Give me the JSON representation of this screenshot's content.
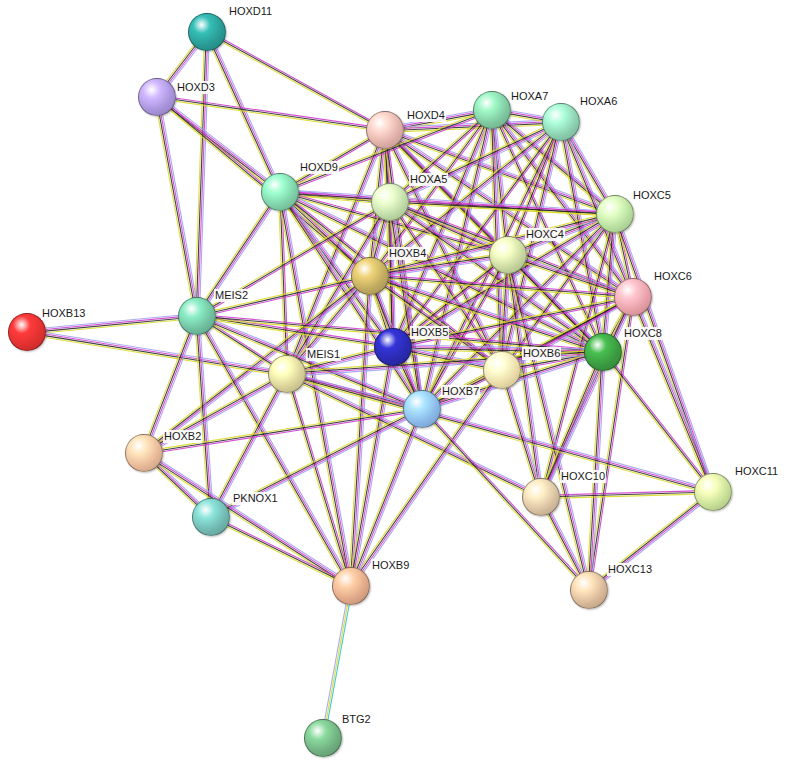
{
  "diagram": {
    "nodes": [
      {
        "text": [
          "HOXD11"
        ]
      },
      {
        "text": [
          "HOXD3"
        ]
      },
      {
        "text": [
          "HOXD4"
        ]
      },
      {
        "text": [
          "HOXA7"
        ]
      },
      {
        "text": [
          "HOXA6"
        ]
      },
      {
        "text": [
          "HOXD9"
        ]
      },
      {
        "text": [
          "HOXA5"
        ]
      },
      {
        "text": [
          "HOXC5"
        ]
      },
      {
        "text": [
          "HOXC4"
        ]
      },
      {
        "text": [
          "HOXB4"
        ]
      },
      {
        "text": [
          "HOXC6"
        ]
      },
      {
        "text": [
          "HOXB13"
        ]
      },
      {
        "text": [
          "MEIS2"
        ]
      },
      {
        "text": [
          "HOXB5"
        ]
      },
      {
        "text": [
          "HOXC8"
        ]
      },
      {
        "text": [
          "MEIS1"
        ]
      },
      {
        "text": [
          "HOXB6"
        ]
      },
      {
        "text": [
          "HOXB7"
        ]
      },
      {
        "text": [
          "HOXB2"
        ]
      },
      {
        "text": [
          "HOXC10"
        ]
      },
      {
        "text": [
          "HOXC11"
        ]
      },
      {
        "text": [
          "PKNOX1"
        ]
      },
      {
        "text": [
          "HOXB9"
        ]
      },
      {
        "text": [
          "HOXC13"
        ]
      },
      {
        "text": [
          "BTG2"
        ]
      }
    ],
    "edges": [
      {
        "from": 0,
        "to": 1,
        "arrow": "none"
      },
      {
        "from": 0,
        "to": 2,
        "arrow": "none"
      },
      {
        "from": 0,
        "to": 5,
        "arrow": "none"
      },
      {
        "from": 0,
        "to": 12,
        "arrow": "none"
      },
      {
        "from": 1,
        "to": 2,
        "arrow": "none"
      },
      {
        "from": 1,
        "to": 5,
        "arrow": "none"
      },
      {
        "from": 1,
        "to": 12,
        "arrow": "none"
      },
      {
        "from": 1,
        "to": 9,
        "arrow": "none"
      },
      {
        "from": 2,
        "to": 3,
        "arrow": "none"
      },
      {
        "from": 2,
        "to": 4,
        "arrow": "none"
      },
      {
        "from": 2,
        "to": 5,
        "arrow": "none"
      },
      {
        "from": 2,
        "to": 6,
        "arrow": "none"
      },
      {
        "from": 2,
        "to": 7,
        "arrow": "none"
      },
      {
        "from": 2,
        "to": 8,
        "arrow": "none"
      },
      {
        "from": 2,
        "to": 9,
        "arrow": "none"
      },
      {
        "from": 2,
        "to": 10,
        "arrow": "none"
      },
      {
        "from": 2,
        "to": 13,
        "arrow": "none"
      },
      {
        "from": 2,
        "to": 14,
        "arrow": "none"
      },
      {
        "from": 2,
        "to": 16,
        "arrow": "none"
      },
      {
        "from": 2,
        "to": 17,
        "arrow": "none"
      },
      {
        "from": 2,
        "to": 15,
        "arrow": "none"
      },
      {
        "from": 3,
        "to": 4,
        "arrow": "none"
      },
      {
        "from": 3,
        "to": 6,
        "arrow": "none"
      },
      {
        "from": 3,
        "to": 7,
        "arrow": "none"
      },
      {
        "from": 3,
        "to": 8,
        "arrow": "none"
      },
      {
        "from": 3,
        "to": 9,
        "arrow": "none"
      },
      {
        "from": 3,
        "to": 10,
        "arrow": "none"
      },
      {
        "from": 3,
        "to": 13,
        "arrow": "none"
      },
      {
        "from": 3,
        "to": 14,
        "arrow": "none"
      },
      {
        "from": 3,
        "to": 16,
        "arrow": "none"
      },
      {
        "from": 3,
        "to": 17,
        "arrow": "none"
      },
      {
        "from": 3,
        "to": 5,
        "arrow": "none"
      },
      {
        "from": 4,
        "to": 6,
        "arrow": "none"
      },
      {
        "from": 4,
        "to": 7,
        "arrow": "none"
      },
      {
        "from": 4,
        "to": 8,
        "arrow": "none"
      },
      {
        "from": 4,
        "to": 9,
        "arrow": "none"
      },
      {
        "from": 4,
        "to": 10,
        "arrow": "none"
      },
      {
        "from": 4,
        "to": 13,
        "arrow": "none"
      },
      {
        "from": 4,
        "to": 14,
        "arrow": "none"
      },
      {
        "from": 4,
        "to": 16,
        "arrow": "none"
      },
      {
        "from": 4,
        "to": 17,
        "arrow": "none"
      },
      {
        "from": 5,
        "to": 6,
        "arrow": "none"
      },
      {
        "from": 5,
        "to": 7,
        "arrow": "none"
      },
      {
        "from": 5,
        "to": 8,
        "arrow": "none"
      },
      {
        "from": 5,
        "to": 9,
        "arrow": "none"
      },
      {
        "from": 5,
        "to": 12,
        "arrow": "none"
      },
      {
        "from": 5,
        "to": 15,
        "arrow": "none"
      },
      {
        "from": 5,
        "to": 13,
        "arrow": "none"
      },
      {
        "from": 5,
        "to": 17,
        "arrow": "none"
      },
      {
        "from": 5,
        "to": 16,
        "arrow": "none"
      },
      {
        "from": 5,
        "to": 22,
        "arrow": "none"
      },
      {
        "from": 5,
        "to": 14,
        "arrow": "none"
      },
      {
        "from": 6,
        "to": 7,
        "arrow": "none"
      },
      {
        "from": 6,
        "to": 8,
        "arrow": "none"
      },
      {
        "from": 6,
        "to": 9,
        "arrow": "none"
      },
      {
        "from": 6,
        "to": 10,
        "arrow": "none"
      },
      {
        "from": 6,
        "to": 13,
        "arrow": "none"
      },
      {
        "from": 6,
        "to": 14,
        "arrow": "none"
      },
      {
        "from": 6,
        "to": 16,
        "arrow": "none"
      },
      {
        "from": 6,
        "to": 17,
        "arrow": "none"
      },
      {
        "from": 6,
        "to": 15,
        "arrow": "none"
      },
      {
        "from": 6,
        "to": 12,
        "arrow": "none"
      },
      {
        "from": 7,
        "to": 8,
        "arrow": "none"
      },
      {
        "from": 7,
        "to": 9,
        "arrow": "none"
      },
      {
        "from": 7,
        "to": 10,
        "arrow": "none"
      },
      {
        "from": 7,
        "to": 13,
        "arrow": "none"
      },
      {
        "from": 7,
        "to": 14,
        "arrow": "none"
      },
      {
        "from": 7,
        "to": 16,
        "arrow": "none"
      },
      {
        "from": 7,
        "to": 17,
        "arrow": "none"
      },
      {
        "from": 7,
        "to": 20,
        "arrow": "none"
      },
      {
        "from": 7,
        "to": 19,
        "arrow": "none"
      },
      {
        "from": 8,
        "to": 9,
        "arrow": "none"
      },
      {
        "from": 8,
        "to": 10,
        "arrow": "none"
      },
      {
        "from": 8,
        "to": 13,
        "arrow": "none"
      },
      {
        "from": 8,
        "to": 14,
        "arrow": "none"
      },
      {
        "from": 8,
        "to": 16,
        "arrow": "none"
      },
      {
        "from": 8,
        "to": 17,
        "arrow": "none"
      },
      {
        "from": 8,
        "to": 19,
        "arrow": "none"
      },
      {
        "from": 8,
        "to": 23,
        "arrow": "none"
      },
      {
        "from": 9,
        "to": 10,
        "arrow": "none"
      },
      {
        "from": 9,
        "to": 13,
        "arrow": "none"
      },
      {
        "from": 9,
        "to": 14,
        "arrow": "none"
      },
      {
        "from": 9,
        "to": 16,
        "arrow": "none"
      },
      {
        "from": 9,
        "to": 17,
        "arrow": "none"
      },
      {
        "from": 9,
        "to": 15,
        "arrow": "none"
      },
      {
        "from": 9,
        "to": 12,
        "arrow": "none"
      },
      {
        "from": 9,
        "to": 18,
        "arrow": "none"
      },
      {
        "from": 9,
        "to": 22,
        "arrow": "none"
      },
      {
        "from": 10,
        "to": 13,
        "arrow": "none"
      },
      {
        "from": 10,
        "to": 14,
        "arrow": "none"
      },
      {
        "from": 10,
        "to": 16,
        "arrow": "none"
      },
      {
        "from": 10,
        "to": 17,
        "arrow": "none"
      },
      {
        "from": 10,
        "to": 19,
        "arrow": "none"
      },
      {
        "from": 10,
        "to": 20,
        "arrow": "none"
      },
      {
        "from": 10,
        "to": 23,
        "arrow": "none"
      },
      {
        "from": 11,
        "to": 12,
        "arrow": "none"
      },
      {
        "from": 11,
        "to": 15,
        "arrow": "none"
      },
      {
        "from": 12,
        "to": 15,
        "arrow": "none"
      },
      {
        "from": 12,
        "to": 18,
        "arrow": "none"
      },
      {
        "from": 12,
        "to": 21,
        "arrow": "none"
      },
      {
        "from": 12,
        "to": 13,
        "arrow": "none"
      },
      {
        "from": 12,
        "to": 17,
        "arrow": "none"
      },
      {
        "from": 12,
        "to": 22,
        "arrow": "none"
      },
      {
        "from": 12,
        "to": 14,
        "arrow": "none"
      },
      {
        "from": 13,
        "to": 14,
        "arrow": "none"
      },
      {
        "from": 13,
        "to": 16,
        "arrow": "none"
      },
      {
        "from": 13,
        "to": 17,
        "arrow": "none"
      },
      {
        "from": 13,
        "to": 15,
        "arrow": "none"
      },
      {
        "from": 13,
        "to": 22,
        "arrow": "none"
      },
      {
        "from": 14,
        "to": 16,
        "arrow": "none"
      },
      {
        "from": 14,
        "to": 17,
        "arrow": "none"
      },
      {
        "from": 14,
        "to": 19,
        "arrow": "none"
      },
      {
        "from": 14,
        "to": 20,
        "arrow": "none"
      },
      {
        "from": 14,
        "to": 23,
        "arrow": "none"
      },
      {
        "from": 14,
        "to": 15,
        "arrow": "none"
      },
      {
        "from": 15,
        "to": 17,
        "arrow": "none"
      },
      {
        "from": 15,
        "to": 18,
        "arrow": "none"
      },
      {
        "from": 15,
        "to": 21,
        "arrow": "none"
      },
      {
        "from": 15,
        "to": 22,
        "arrow": "none"
      },
      {
        "from": 15,
        "to": 19,
        "arrow": "none"
      },
      {
        "from": 15,
        "to": 20,
        "arrow": "none"
      },
      {
        "from": 16,
        "to": 17,
        "arrow": "none"
      },
      {
        "from": 16,
        "to": 19,
        "arrow": "none"
      },
      {
        "from": 16,
        "to": 22,
        "arrow": "none"
      },
      {
        "from": 17,
        "to": 18,
        "arrow": "none"
      },
      {
        "from": 17,
        "to": 21,
        "arrow": "none"
      },
      {
        "from": 17,
        "to": 22,
        "arrow": "none"
      },
      {
        "from": 17,
        "to": 23,
        "arrow": "none"
      },
      {
        "from": 18,
        "to": 21,
        "arrow": "none"
      },
      {
        "from": 18,
        "to": 22,
        "arrow": "none"
      },
      {
        "from": 19,
        "to": 20,
        "arrow": "none"
      },
      {
        "from": 19,
        "to": 23,
        "arrow": "none"
      },
      {
        "from": 20,
        "to": 23,
        "arrow": "none"
      },
      {
        "from": 21,
        "to": 22,
        "arrow": "none"
      },
      {
        "from": 22,
        "to": 24,
        "arrow": "none"
      }
    ]
  }
}
